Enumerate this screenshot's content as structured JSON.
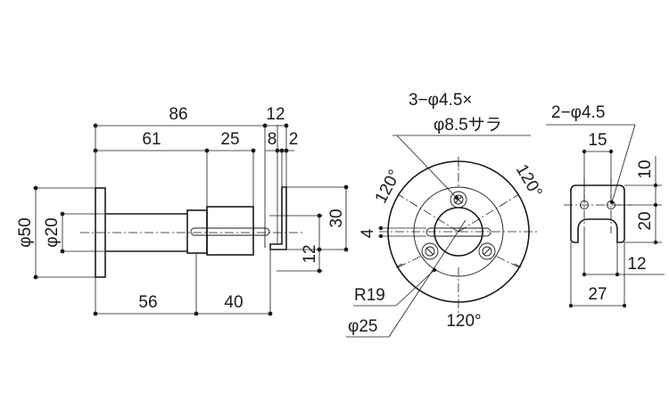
{
  "side_view": {
    "overall_length": "86",
    "body_length": "61",
    "head_length": "25",
    "tab_width": "12",
    "tab_thickness": "8",
    "tab_gap": "2",
    "tab_height": "30",
    "tab_lower": "12",
    "flange_diameter": "φ50",
    "pipe_diameter": "φ20",
    "lower_left": "56",
    "lower_right": "40"
  },
  "front_view": {
    "holes_callout": "3−φ4.5×",
    "holes_callout_2": "φ8.5サラ",
    "angle_top_left": "120°",
    "angle_top_right": "120°",
    "angle_bottom": "120°",
    "offset": "4",
    "radius": "R19",
    "inner_diameter": "φ25"
  },
  "clip_view": {
    "holes_callout": "2−φ4.5",
    "hole_pitch": "15",
    "top_height": "10",
    "slot_depth": "20",
    "bottom_height": "12",
    "total_width": "27"
  }
}
